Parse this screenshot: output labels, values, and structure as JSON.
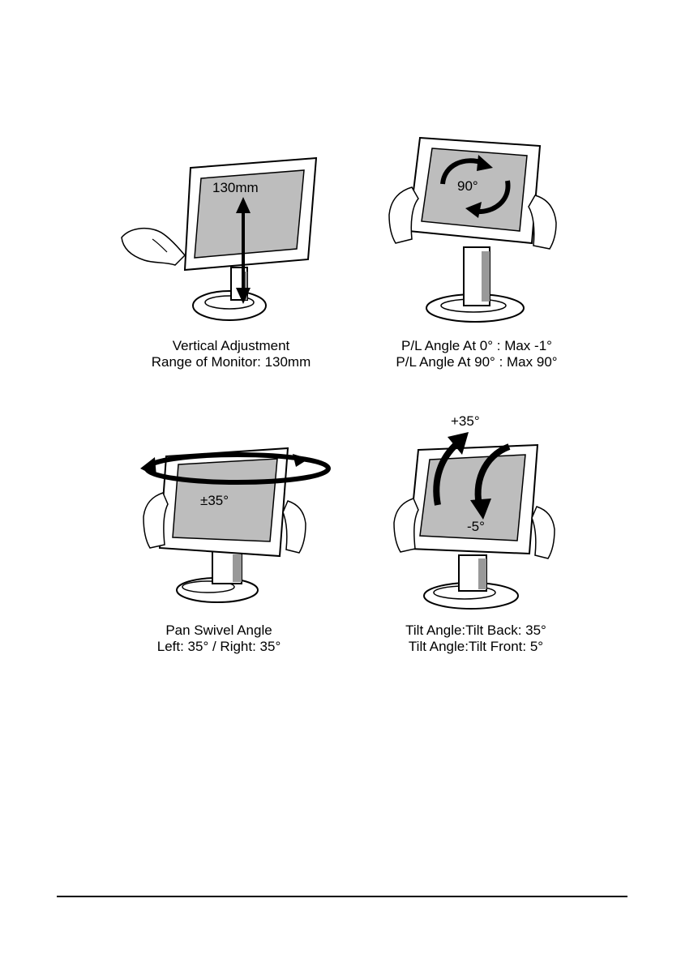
{
  "figures": {
    "vertical": {
      "label": "130mm",
      "caption_line1": "Vertical Adjustment",
      "caption_line2": "Range of Monitor: 130mm"
    },
    "pivot": {
      "label": "90°",
      "caption_line1": "P/L  Angle At 0° : Max -1°",
      "caption_line2": "P/L  Angle At 90° : Max 90°"
    },
    "swivel": {
      "label": "±35°",
      "caption_line1": "Pan Swivel Angle",
      "caption_line2": "Left: 35° / Right: 35°"
    },
    "tilt": {
      "label_back": "+35°",
      "label_front": "-5°",
      "caption_line1": "Tilt Angle:Tilt Back: 35°",
      "caption_line2": "Tilt Angle:Tilt Front: 5°"
    }
  },
  "colors": {
    "screen": "#bdbdbd",
    "line": "#000000"
  }
}
